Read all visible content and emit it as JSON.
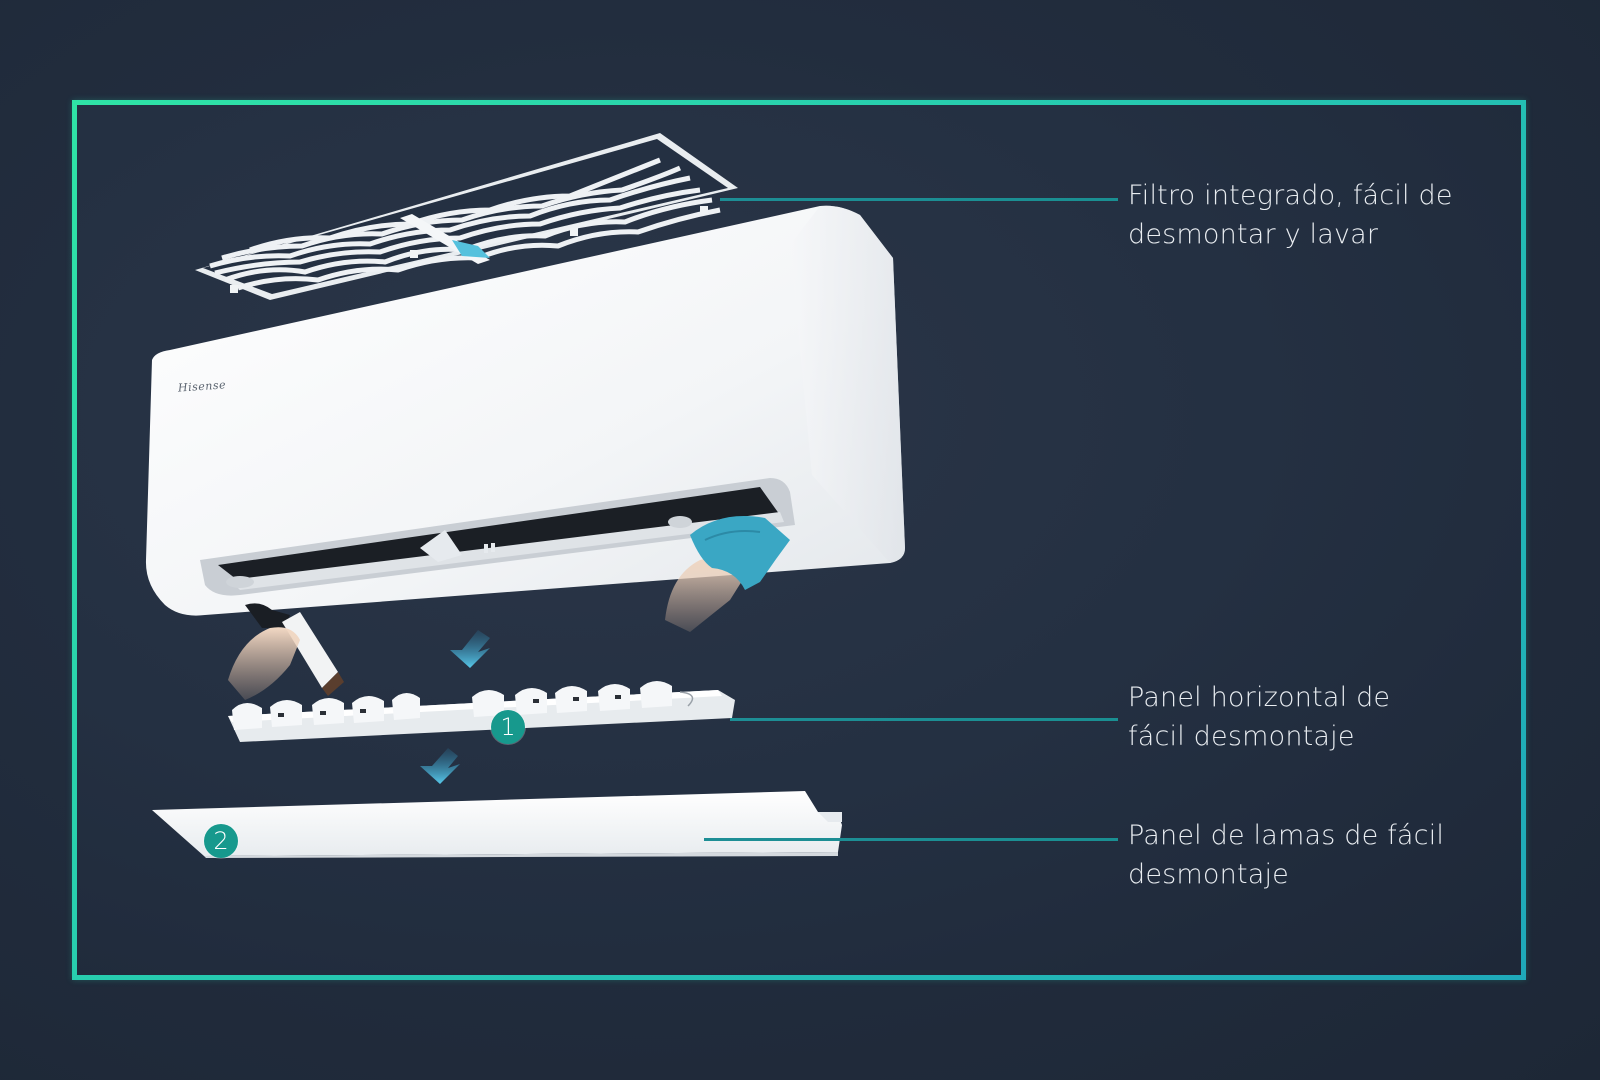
{
  "colors": {
    "background": "#1f2a3b",
    "frame_start": "#2fe3a6",
    "frame_end": "#1fa9b9",
    "leader_line": "#1d8e95",
    "badge": "#17998d",
    "arrow": "#4bbfe0",
    "cloth": "#3aa7c4",
    "text": "#e9edf1"
  },
  "product": {
    "type": "wall-mounted air conditioner indoor unit",
    "brand_mark": "Hisense"
  },
  "callouts": [
    {
      "id": "filter",
      "line1": "Filtro integrado, fácil de",
      "line2": "desmontar y lavar"
    },
    {
      "id": "horizontal-panel",
      "line1": "Panel horizontal de",
      "line2": "fácil desmontaje"
    },
    {
      "id": "louver-panel",
      "line1": "Panel de lamas de fácil",
      "line2": "desmontaje"
    }
  ],
  "badges": [
    {
      "label": "1"
    },
    {
      "label": "2"
    }
  ]
}
